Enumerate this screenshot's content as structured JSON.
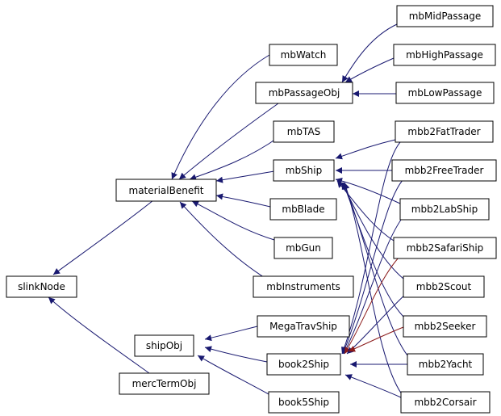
{
  "colors": {
    "edge": "#191970",
    "edge_highlight": "#8b1a1a",
    "node_border": "#000000",
    "node_fill": "#ffffff"
  },
  "nodes": {
    "slinkNode": "slinkNode",
    "materialBenefit": "materialBenefit",
    "mercTermObj": "mercTermObj",
    "shipObj": "shipObj",
    "mbWatch": "mbWatch",
    "mbPassageObj": "mbPassageObj",
    "mbTAS": "mbTAS",
    "mbShip": "mbShip",
    "mbBlade": "mbBlade",
    "mbGun": "mbGun",
    "mbInstruments": "mbInstruments",
    "mbMidPassage": "mbMidPassage",
    "mbHighPassage": "mbHighPassage",
    "mbLowPassage": "mbLowPassage",
    "MegaTravShip": "MegaTravShip",
    "book2Ship": "book2Ship",
    "book5Ship": "book5Ship",
    "mbb2FatTrader": "mbb2FatTrader",
    "mbb2FreeTrader": "mbb2FreeTrader",
    "mbb2LabShip": "mbb2LabShip",
    "mbb2SafariShip": "mbb2SafariShip",
    "mbb2Scout": "mbb2Scout",
    "mbb2Seeker": "mbb2Seeker",
    "mbb2Yacht": "mbb2Yacht",
    "mbb2Corsair": "mbb2Corsair"
  }
}
